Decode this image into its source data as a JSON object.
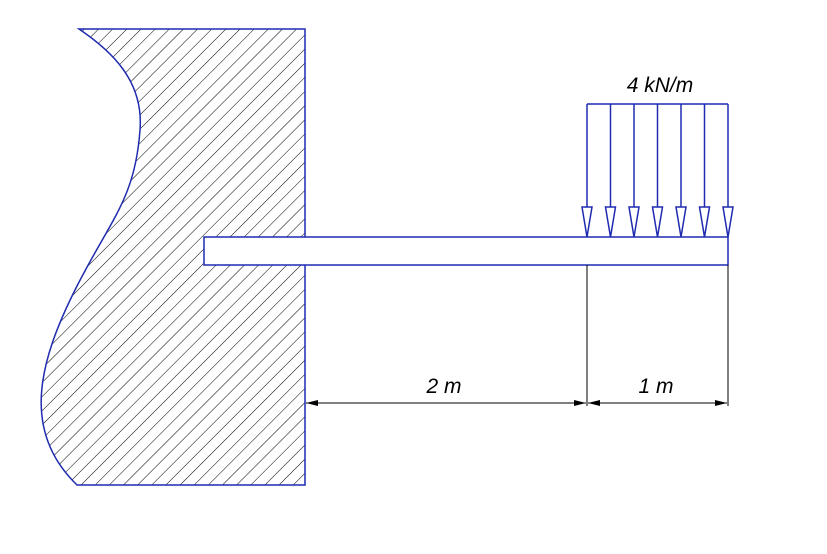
{
  "colors": {
    "structure": "#1f2bb0",
    "dimension": "#000000",
    "hatch": "#000000",
    "background": "#ffffff"
  },
  "load": {
    "label": "4 kN/m",
    "magnitude": 4,
    "unit": "kN/m",
    "arrow_count": 7
  },
  "dimensions": {
    "left": {
      "label": "2 m",
      "length": 2
    },
    "right": {
      "label": "1 m",
      "length": 1
    }
  }
}
